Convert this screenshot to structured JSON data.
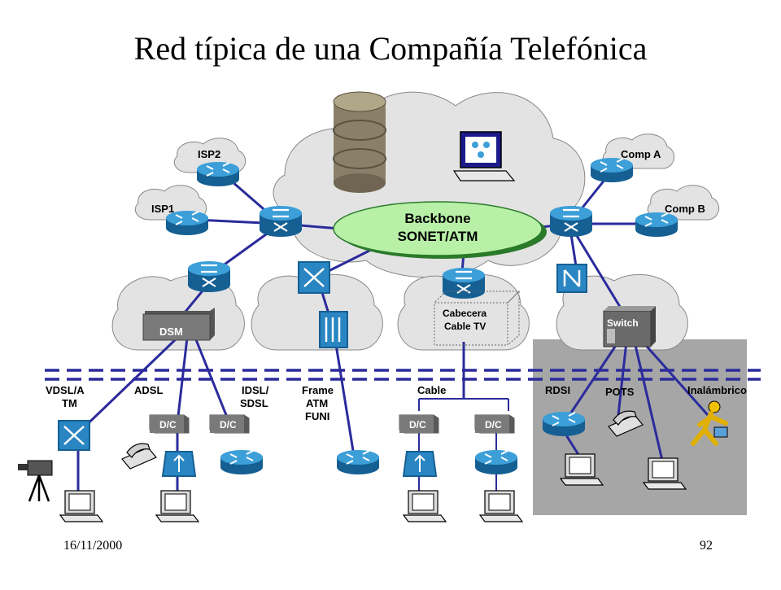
{
  "title": "Red típica de una Compañía Telefónica",
  "backbone": {
    "line1": "Backbone",
    "line2": "SONET/ATM"
  },
  "nodes": {
    "isp2": "ISP2",
    "isp1": "ISP1",
    "comp_a": "Comp A",
    "comp_b": "Comp B",
    "dsm": "DSM",
    "switch": "Switch",
    "cabecera_1": "Cabecera",
    "cabecera_2": "Cable TV"
  },
  "access": {
    "vdsl_1": "VDSL/A",
    "vdsl_2": "TM",
    "adsl": "ADSL",
    "idsl_1": "IDSL/",
    "idsl_2": "SDSL",
    "frame_1": "Frame",
    "frame_2": "ATM",
    "frame_3": "FUNI",
    "cable": "Cable",
    "rdsi": "RDSI",
    "pots": "POTS",
    "inalambrico": "Inalámbrico"
  },
  "dc_labels": [
    "D/C",
    "D/C",
    "D/C",
    "D/C"
  ],
  "footer": {
    "date": "16/11/2000",
    "page": "92"
  },
  "colors": {
    "link": "#2b2b9c",
    "router": "#1f7ab5",
    "cloud": "#e3e3e3",
    "backbone_fill": "#b8f0a8",
    "gray_box": "#a6a6a6"
  }
}
